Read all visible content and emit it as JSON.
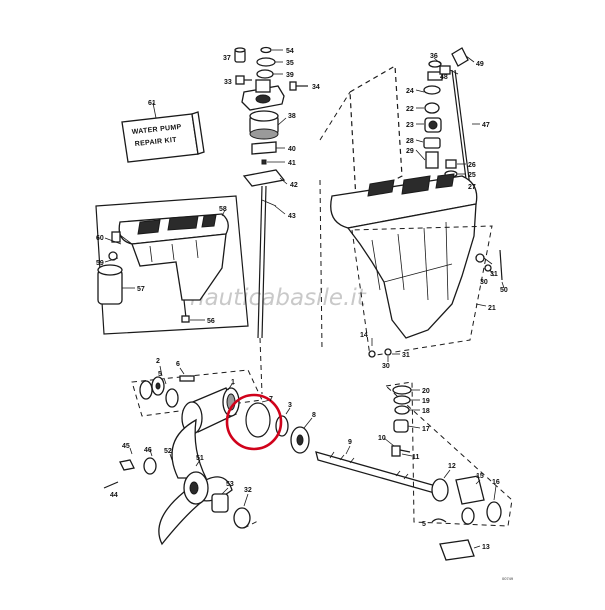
{
  "diagram": {
    "kit_label_line1": "WATER PUMP",
    "kit_label_line2": "REPAIR KIT",
    "watermark": "nauticabasile.it",
    "footer_code": "00749",
    "highlight_color": "#d0021b",
    "labels": {
      "p1": "1",
      "p2": "2",
      "p3": "3",
      "p5": "5",
      "p6": "6",
      "p7": "7",
      "p8": "8",
      "p9": "9",
      "p10": "10",
      "p11": "11",
      "p12": "12",
      "p13": "13",
      "p14": "14",
      "p15": "15",
      "p16": "16",
      "p17": "17",
      "p18": "18",
      "p19": "19",
      "p20": "20",
      "p21": "21",
      "p22": "22",
      "p23": "23",
      "p24": "24",
      "p25": "25",
      "p26": "26",
      "p27": "27",
      "p28": "28",
      "p29": "29",
      "p30": "30",
      "p30b": "30",
      "p31": "31",
      "p31b": "31",
      "p32": "32",
      "p33": "33",
      "p34": "34",
      "p35": "35",
      "p36": "36",
      "p37": "37",
      "p38": "38",
      "p39": "39",
      "p40": "40",
      "p41": "41",
      "p42": "42",
      "p43": "43",
      "p44": "44",
      "p45": "45",
      "p46": "46",
      "p47": "47",
      "p48": "48",
      "p49": "49",
      "p50": "50",
      "p51": "51",
      "p52": "52",
      "p53": "53",
      "p54": "54",
      "p56": "56",
      "p57": "57",
      "p58": "58",
      "p59": "59",
      "p60": "60",
      "p61": "61"
    }
  }
}
